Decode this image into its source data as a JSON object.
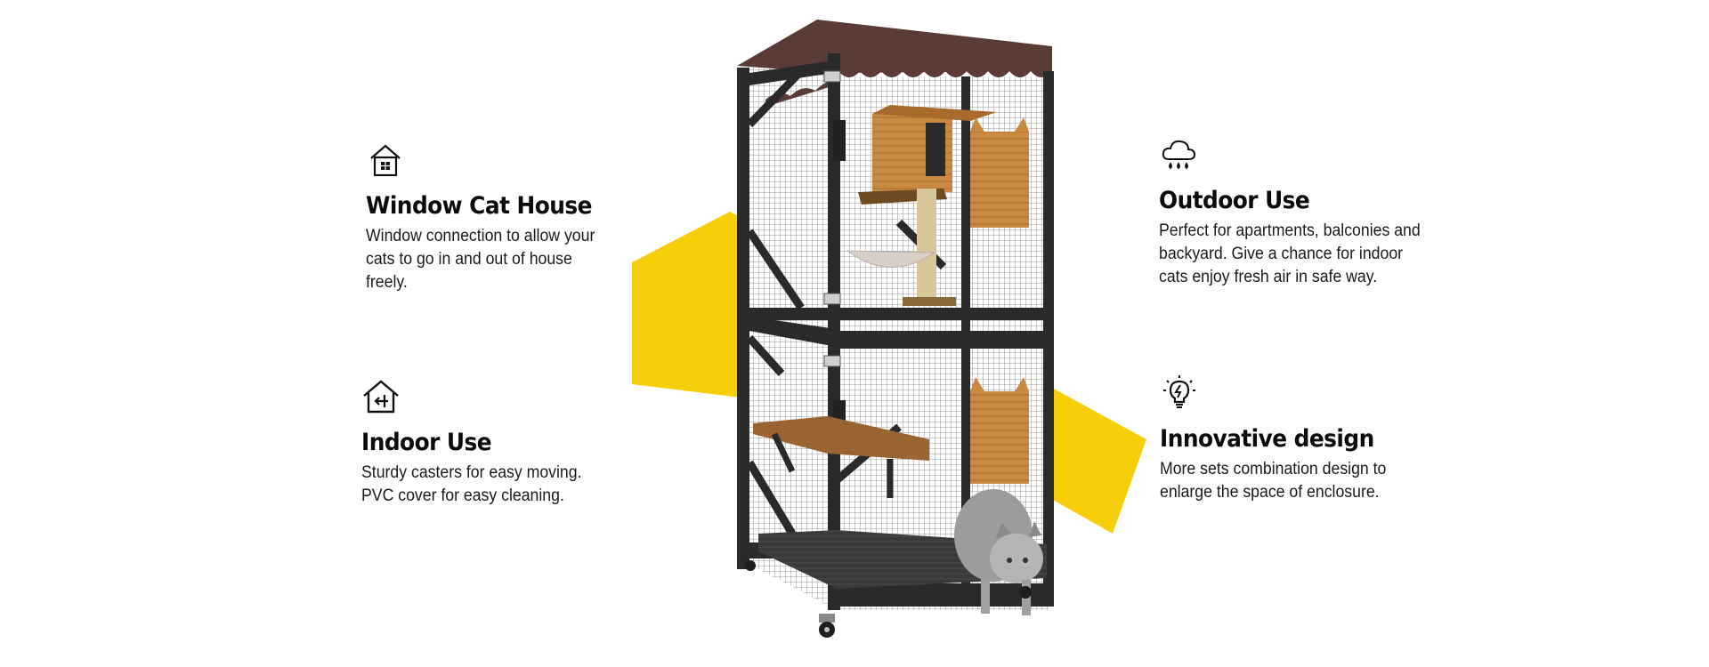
{
  "accent_color": "#F7CE0A",
  "frame_color": "#2a2a2a",
  "roof_color": "#5a3b35",
  "wood_color": "#c98940",
  "features": {
    "window_cat_house": {
      "icon": "window-house-icon",
      "title": "Window Cat House",
      "lines": [
        "Window connection to allow your",
        "cats to go in and out of house",
        "freely."
      ]
    },
    "indoor_use": {
      "icon": "house-arrow-icon",
      "title": "Indoor Use",
      "lines": [
        "Sturdy casters for easy moving.",
        "PVC cover for easy cleaning."
      ]
    },
    "outdoor_use": {
      "icon": "cloud-rain-icon",
      "title": "Outdoor Use",
      "lines": [
        "Perfect for apartments, balconies and",
        "backyard. Give a chance for indoor",
        "cats enjoy fresh air in safe way."
      ]
    },
    "innovative_design": {
      "icon": "lightbulb-icon",
      "title": "Innovative design",
      "lines": [
        "More sets combination design to",
        "enlarge the space of enclosure."
      ]
    }
  }
}
